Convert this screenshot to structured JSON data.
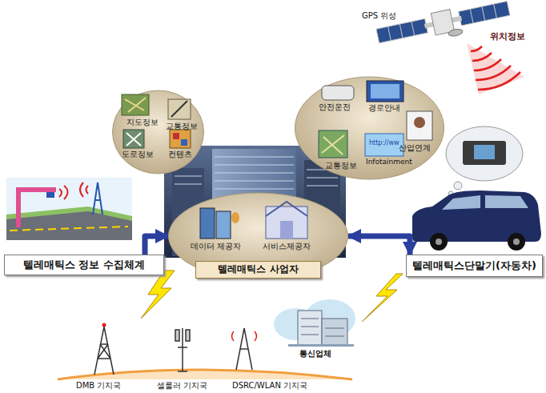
{
  "diagram": {
    "nodes": [
      {
        "text": [
          "지도정보",
          "교통정보",
          "도로정보",
          "컨텐츠"
        ]
      },
      {
        "text": [
          "안전운전",
          "경로안내",
          "산업연계",
          "교통정보",
          "Infotainment"
        ]
      },
      {
        "text": [
          "텔레매틱스 정보 수집체계"
        ]
      },
      {
        "text": [
          "데이터 제공자",
          "서비스제공자",
          "텔레매틱스 사업자"
        ]
      },
      {
        "text": [
          "텔레매틱스단말기(자동차)"
        ]
      }
    ],
    "edges": [
      {
        "from": 2,
        "to": 3,
        "arrow": "to"
      },
      {
        "from": 3,
        "to": 4,
        "arrow": "both"
      }
    ],
    "labels": [
      "GPS 위성",
      "위치정보",
      "http://ww",
      "DMB 기지국",
      "셀룰러 기지국",
      "DSRC/WLAN 기지국",
      "통신업체"
    ]
  }
}
